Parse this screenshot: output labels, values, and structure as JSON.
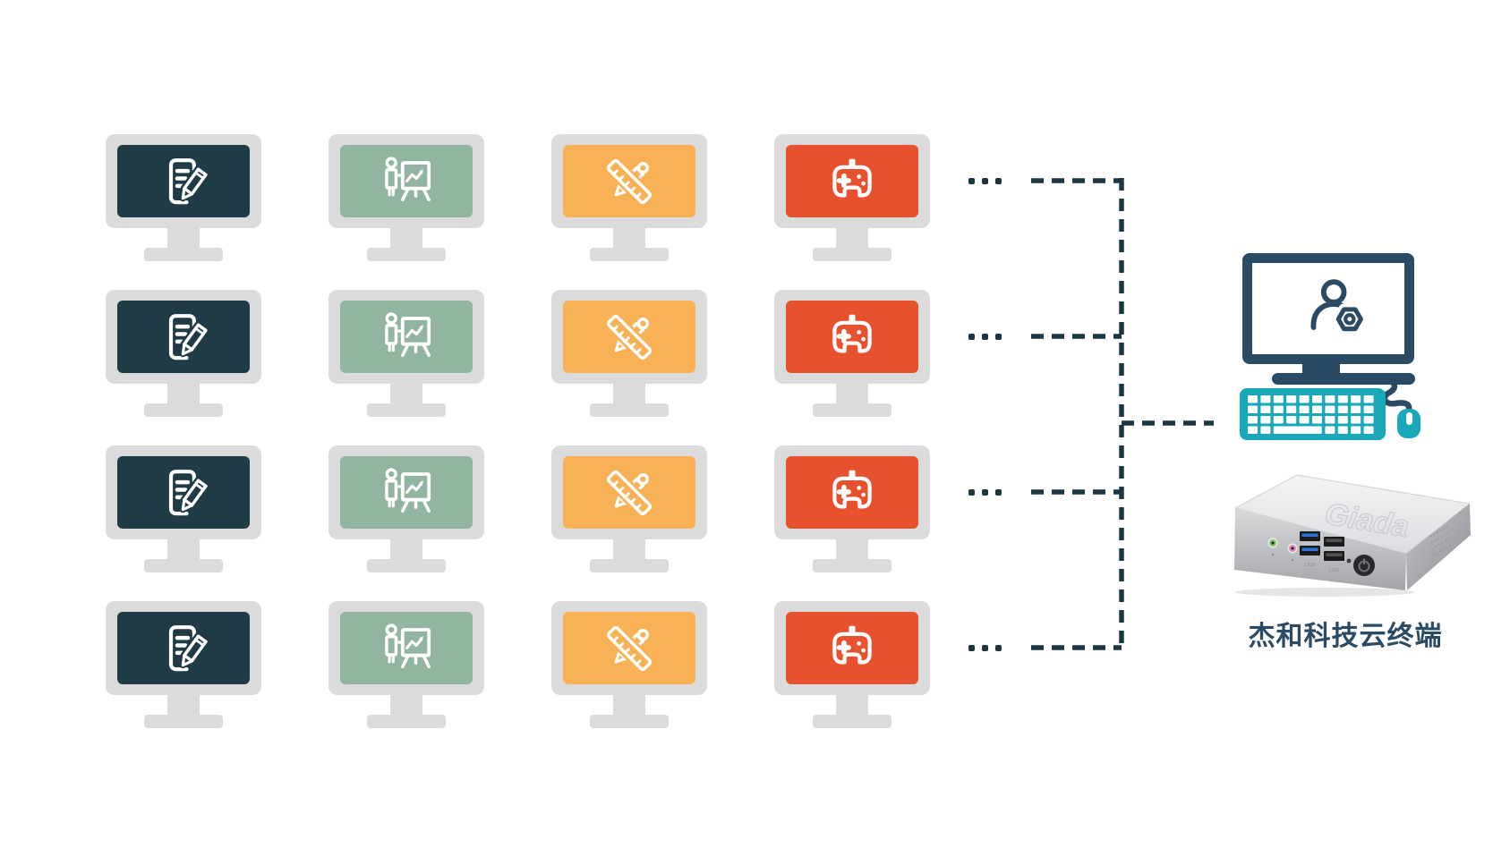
{
  "palette": {
    "frame": "#dbdbdb",
    "connector": "#1c3743",
    "navy": "#2b4a63",
    "teal": "#18a8b8"
  },
  "grid": {
    "row_count": 4,
    "ellipsis": "...",
    "columns": [
      {
        "name": "office-documents",
        "icon": "document-edit-icon",
        "color": "#1f3b46"
      },
      {
        "name": "presentation",
        "icon": "presentation-icon",
        "color": "#92b5a2"
      },
      {
        "name": "design",
        "icon": "ruler-pencil-icon",
        "color": "#f9b155"
      },
      {
        "name": "gaming",
        "icon": "gamepad-icon",
        "color": "#e8512e"
      }
    ]
  },
  "terminal": {
    "label": "杰和科技云终端"
  },
  "device": {
    "emboss": "Giada",
    "usb_labels": [
      "USB",
      "USB"
    ]
  }
}
